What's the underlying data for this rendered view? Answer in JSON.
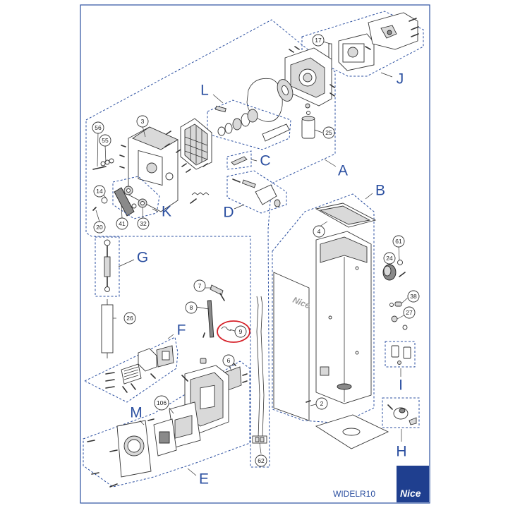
{
  "drawing_code": "WIDELR10",
  "brand": "Nice",
  "callouts": [
    {
      "id": "c17",
      "label": "17"
    },
    {
      "id": "c3",
      "label": "3"
    },
    {
      "id": "c56",
      "label": "56"
    },
    {
      "id": "c55",
      "label": "55"
    },
    {
      "id": "c14",
      "label": "14"
    },
    {
      "id": "c20",
      "label": "20"
    },
    {
      "id": "c41",
      "label": "41"
    },
    {
      "id": "c32",
      "label": "32"
    },
    {
      "id": "c25",
      "label": "25"
    },
    {
      "id": "c4",
      "label": "4"
    },
    {
      "id": "c61",
      "label": "61"
    },
    {
      "id": "c24",
      "label": "24"
    },
    {
      "id": "c38",
      "label": "38"
    },
    {
      "id": "c27",
      "label": "27"
    },
    {
      "id": "c7",
      "label": "7"
    },
    {
      "id": "c8",
      "label": "8"
    },
    {
      "id": "c9",
      "label": "9"
    },
    {
      "id": "c26",
      "label": "26"
    },
    {
      "id": "c6",
      "label": "6"
    },
    {
      "id": "c2",
      "label": "2"
    },
    {
      "id": "c106",
      "label": "106"
    },
    {
      "id": "c62",
      "label": "62"
    }
  ],
  "group_letters": [
    {
      "id": "J",
      "label": "J"
    },
    {
      "id": "L",
      "label": "L"
    },
    {
      "id": "C",
      "label": "C"
    },
    {
      "id": "A",
      "label": "A"
    },
    {
      "id": "B",
      "label": "B"
    },
    {
      "id": "D",
      "label": "D"
    },
    {
      "id": "K",
      "label": "K"
    },
    {
      "id": "G",
      "label": "G"
    },
    {
      "id": "F",
      "label": "F"
    },
    {
      "id": "M",
      "label": "M"
    },
    {
      "id": "E",
      "label": "E"
    },
    {
      "id": "I",
      "label": "I"
    },
    {
      "id": "H",
      "label": "H"
    }
  ],
  "highlighted_callout": "9",
  "colors": {
    "frame_blue": "#2b4fa0",
    "highlight_red": "#d6222a",
    "brand_box": "#1f3f8f"
  }
}
